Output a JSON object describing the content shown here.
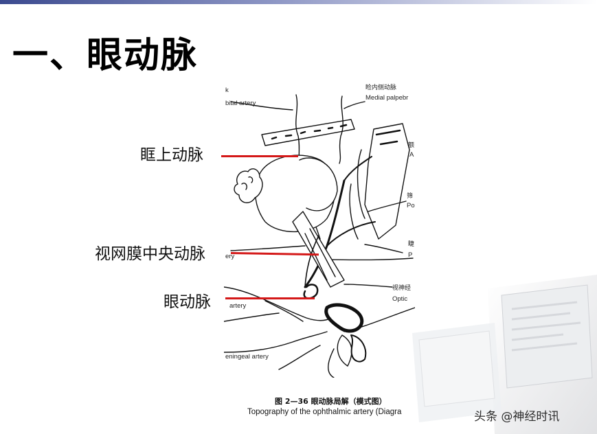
{
  "slide": {
    "title": "一、眼动脉"
  },
  "labels": {
    "supraorbital": "眶上动脉",
    "central_retinal": "视网膜中央动脉",
    "ophthalmic": "眼动脉"
  },
  "diagram": {
    "labels": {
      "top_left_fragment": "k",
      "supraorbital_en": "bital artery",
      "medial_palpebral_cn": "睑内侧动脉",
      "medial_palpebral_en": "Medial palpebr",
      "right_cn_1": "额",
      "right_en_1": "A",
      "right_cn_2": "筛",
      "right_en_2": "Po",
      "right_cn_3": "睫",
      "right_en_3": "P",
      "central_retinal_fragment": "ery",
      "optic_cn": "视神经",
      "optic_en": "Optic",
      "artery_fragment": "artery",
      "meningeal": "eningeal artery"
    },
    "caption_cn": "图 2—36    眼动脉局解（模式图）",
    "caption_en": "Topography of the ophthalmic artery (Diagra"
  },
  "watermark": "头条 @神经时讯",
  "colors": {
    "pointer": "#d41818",
    "title_strip": "#3b4a8f"
  }
}
